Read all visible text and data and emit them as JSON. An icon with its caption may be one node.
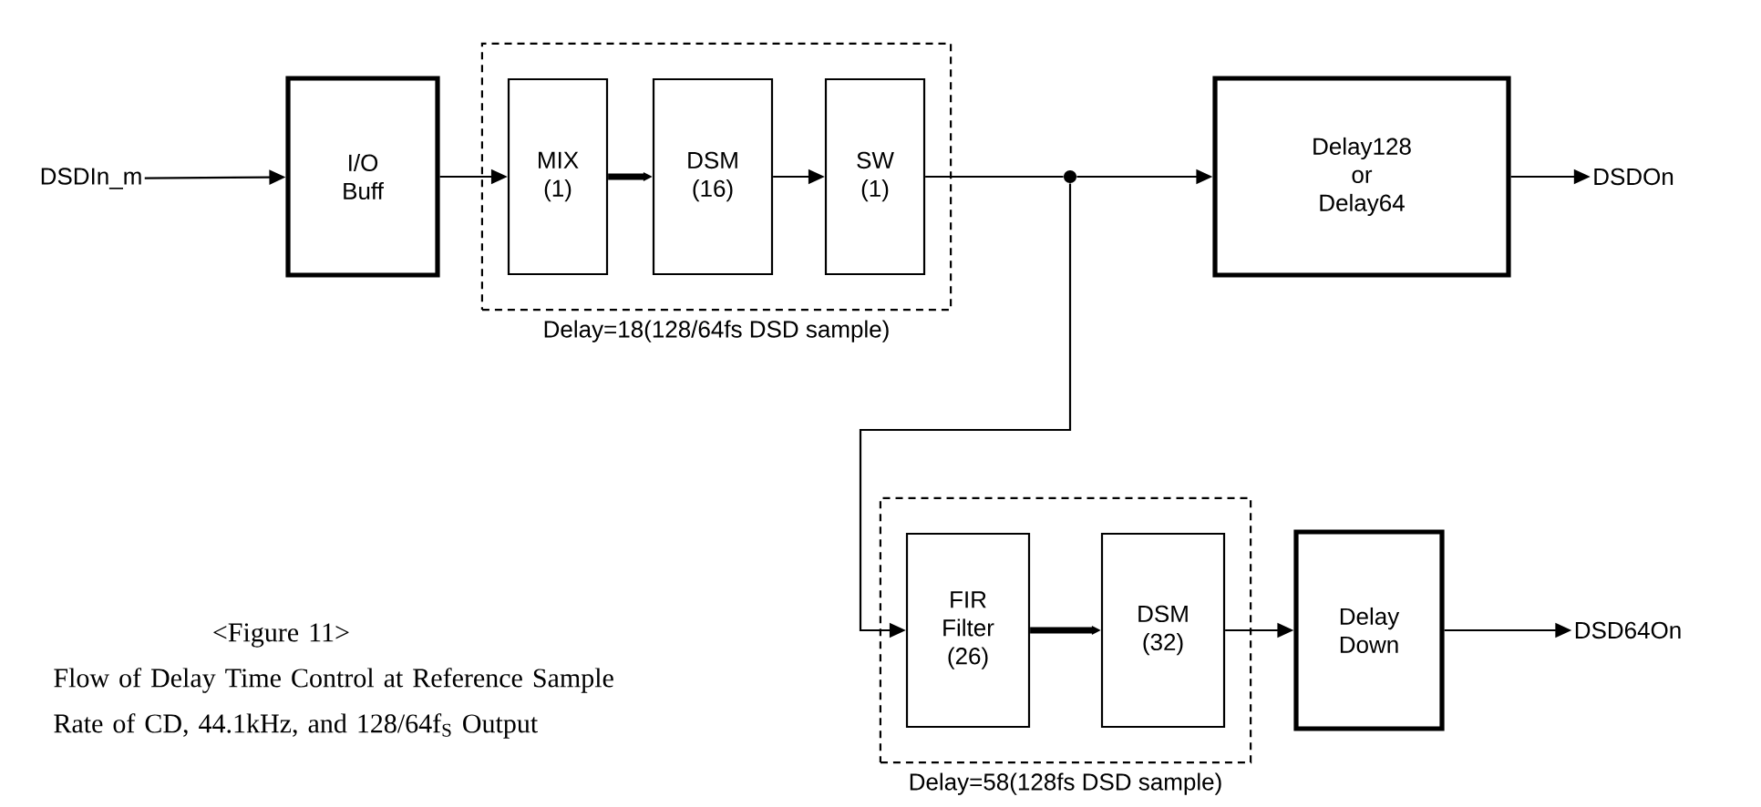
{
  "diagram": {
    "title": "<Figure 11>",
    "caption": "Flow of Delay Time Control at Reference Sample Rate of CD, 44.1kHz, and 128/64f$_{S}$ Output",
    "nodes": [
      {
        "text": [
          "DSDIn_m"
        ]
      },
      {
        "text": [
          "I/O Buff"
        ]
      },
      {
        "text": [
          "Delay=18(128/64fs DSD sample)"
        ]
      },
      {
        "text": [
          "MIX (1)"
        ],
        "in": 2
      },
      {
        "text": [
          "DSM (16)"
        ],
        "in": 2
      },
      {
        "text": [
          "SW (1)"
        ],
        "in": 2
      },
      {
        "text": [],
        "shape": "circle"
      },
      {
        "text": [
          "Delay128 or Delay64"
        ]
      },
      {
        "text": [
          "DSDOn"
        ]
      },
      {
        "text": [
          "Delay=58(128fs DSD sample)"
        ]
      },
      {
        "text": [
          "FIR Filter (26)"
        ],
        "in": 9
      },
      {
        "text": [
          "DSM (32)"
        ],
        "in": 9
      },
      {
        "text": [
          "Delay Down"
        ]
      },
      {
        "text": [
          "DSD64On"
        ]
      }
    ],
    "edges": [
      {
        "from": 0,
        "to": 1,
        "arrow": "to"
      },
      {
        "from": 1,
        "to": 3,
        "arrow": "to"
      },
      {
        "from": 3,
        "to": 4,
        "arrow": "to",
        "style": "thick"
      },
      {
        "from": 4,
        "to": 5,
        "arrow": "to"
      },
      {
        "from": 5,
        "to": 6,
        "arrow": "none"
      },
      {
        "from": 6,
        "to": 7,
        "arrow": "to"
      },
      {
        "from": 7,
        "to": 8,
        "arrow": "to"
      },
      {
        "from": 6,
        "to": 10,
        "arrow": "to"
      },
      {
        "from": 10,
        "to": 11,
        "arrow": "to",
        "style": "thick"
      },
      {
        "from": 11,
        "to": 12,
        "arrow": "to"
      },
      {
        "from": 12,
        "to": 13,
        "arrow": "to"
      }
    ]
  }
}
